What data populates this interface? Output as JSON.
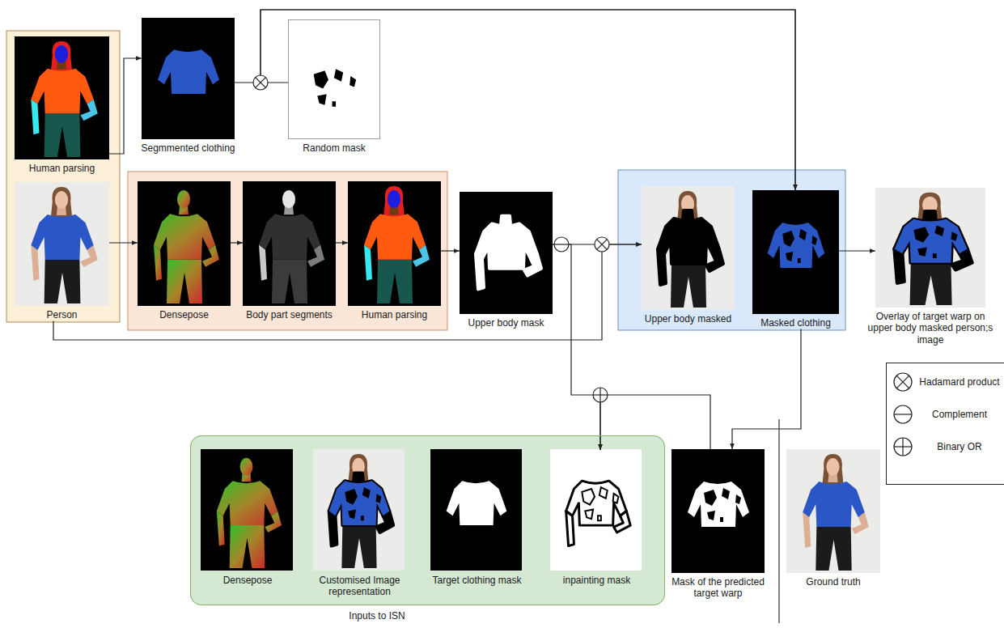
{
  "diagram": {
    "nodes": [
      {
        "text": [
          "Human parsing"
        ]
      },
      {
        "text": [
          "Person"
        ]
      },
      {
        "text": [
          "Segmmented clothing"
        ]
      },
      {
        "text": [
          "Random mask"
        ]
      },
      {
        "text": [
          "Densepose"
        ]
      },
      {
        "text": [
          "Body part segments"
        ]
      },
      {
        "text": [
          "Human parsing"
        ]
      },
      {
        "text": [
          "Upper body mask"
        ]
      },
      {
        "text": [
          "Upper body masked"
        ]
      },
      {
        "text": [
          "Masked clothing"
        ]
      },
      {
        "text": [
          "Overlay of target warp on upper body masked person;s image"
        ]
      },
      {
        "text": [
          "Inputs to ISN"
        ]
      },
      {
        "text": [
          "Densepose"
        ],
        "in": 11
      },
      {
        "text": [
          "Customised Image representation"
        ],
        "in": 11
      },
      {
        "text": [
          "Target clothing mask"
        ],
        "in": 11
      },
      {
        "text": [
          "inpainting mask"
        ],
        "in": 11
      },
      {
        "text": [
          "Mask of the predicted target warp"
        ]
      },
      {
        "text": [
          "Ground truth"
        ]
      }
    ],
    "edges": [
      {
        "from": 0,
        "to": 2,
        "arrow": "to"
      },
      {
        "from": 1,
        "to": 4,
        "arrow": "to"
      },
      {
        "from": 4,
        "to": 5,
        "arrow": "to"
      },
      {
        "from": 5,
        "to": 6,
        "arrow": "to"
      },
      {
        "from": 6,
        "to": 7,
        "arrow": "to"
      },
      {
        "from": 2,
        "to": 9,
        "arrow": "to"
      },
      {
        "from": 3,
        "to": 9,
        "arrow": "to"
      },
      {
        "from": 7,
        "to": 8,
        "arrow": "to"
      },
      {
        "from": 1,
        "to": 8,
        "arrow": "to"
      },
      {
        "from": 9,
        "to": 10,
        "arrow": "to"
      },
      {
        "from": 7,
        "to": 15,
        "arrow": "to"
      },
      {
        "from": 16,
        "to": 15,
        "arrow": "to"
      },
      {
        "from": 9,
        "to": 16,
        "arrow": "to"
      }
    ],
    "legend": [
      {
        "text": "Hadamard product"
      },
      {
        "text": "Complement"
      },
      {
        "text": "Binary OR"
      }
    ]
  }
}
